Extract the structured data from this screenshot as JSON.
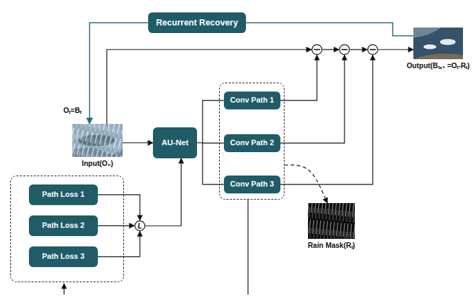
{
  "diagram": {
    "nodes": [
      {
        "text": [
          "Recurrent Recovery"
        ]
      },
      {
        "text": []
      },
      {
        "text": []
      },
      {
        "text": []
      },
      {
        "text": [
          "Output(Bₜ₊₁ =Oₜ-Rₜ)"
        ]
      },
      {
        "text": [
          "Input(O₀)"
        ]
      },
      {
        "text": [
          "AU-Net"
        ]
      },
      {
        "text": []
      },
      {
        "text": [
          "Conv Path 1"
        ],
        "in": 7
      },
      {
        "text": [
          "Conv Path 2"
        ],
        "in": 7
      },
      {
        "text": [
          "Conv Path 3"
        ],
        "in": 7
      },
      {
        "text": []
      },
      {
        "text": [
          "Path Loss 1"
        ],
        "in": 11
      },
      {
        "text": [
          "Path Loss 2"
        ],
        "in": 11
      },
      {
        "text": [
          "Path Loss 3"
        ],
        "in": 11
      },
      {
        "text": [
          "L"
        ]
      },
      {
        "text": [
          "Rain Mask(Rₜ)"
        ]
      }
    ],
    "edges": [
      {
        "from": 5,
        "to": 6,
        "arrow": "to"
      },
      {
        "from": 6,
        "to": 8,
        "arrow": "none"
      },
      {
        "from": 6,
        "to": 9,
        "arrow": "none"
      },
      {
        "from": 6,
        "to": 10,
        "arrow": "none"
      },
      {
        "from": 5,
        "to": 1,
        "arrow": "to"
      },
      {
        "from": 1,
        "to": 2,
        "arrow": "to"
      },
      {
        "from": 2,
        "to": 3,
        "arrow": "to"
      },
      {
        "from": 3,
        "to": 4,
        "arrow": "to"
      },
      {
        "from": 8,
        "to": 1,
        "arrow": "to"
      },
      {
        "from": 9,
        "to": 2,
        "arrow": "to"
      },
      {
        "from": 10,
        "to": 3,
        "arrow": "to"
      },
      {
        "from": 4,
        "to": 0,
        "arrow": "none"
      },
      {
        "from": 0,
        "to": 5,
        "arrow": "to",
        "label": "Oₜ=Bₜ"
      },
      {
        "from": 12,
        "to": 15,
        "arrow": "to"
      },
      {
        "from": 13,
        "to": 15,
        "arrow": "to"
      },
      {
        "from": 14,
        "to": 15,
        "arrow": "to"
      },
      {
        "from": 15,
        "to": 6,
        "arrow": "to"
      },
      {
        "from": 7,
        "to": 16,
        "arrow": "to"
      }
    ]
  }
}
